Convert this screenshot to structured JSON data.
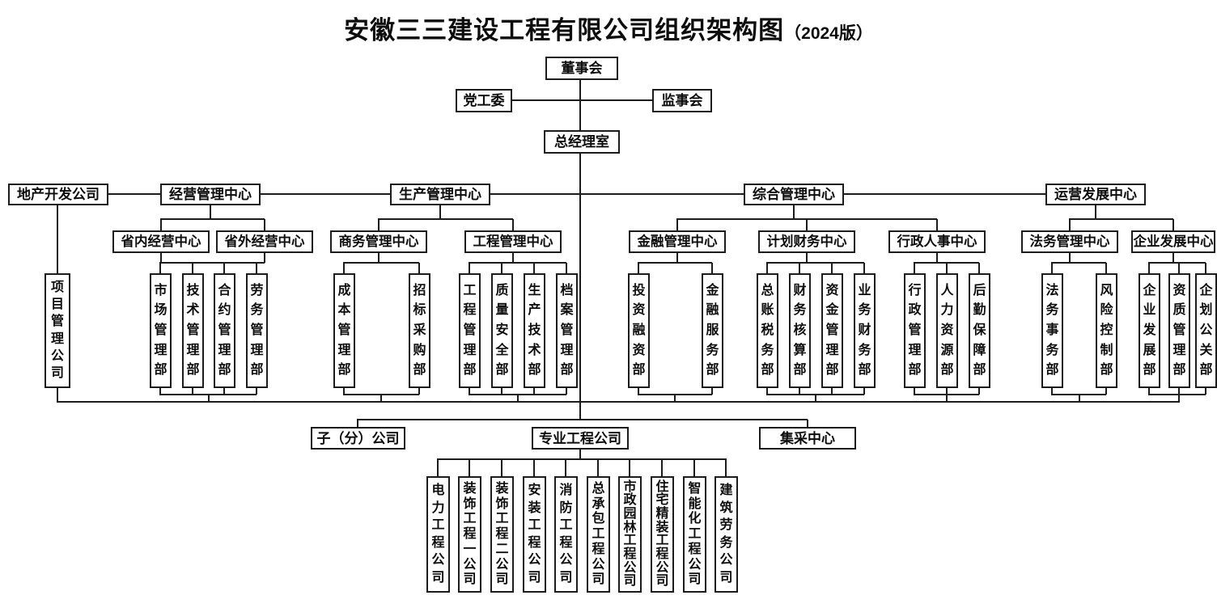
{
  "title": {
    "main": "安徽三三建设工程有限公司组织架构图",
    "edition": "（2024版）"
  },
  "org": {
    "board": "董事会",
    "party_committee": "党工委",
    "supervisory_board": "监事会",
    "gm_office": "总经理室",
    "branches": [
      {
        "label": "地产开发公司",
        "departments": [
          "项目管理公司"
        ]
      },
      {
        "label": "经营管理中心",
        "sub_centers": [
          {
            "label": "省内经营中心"
          },
          {
            "label": "省外经营中心"
          }
        ],
        "shared_departments": [
          "市场管理部",
          "技术管理部",
          "合约管理部",
          "劳务管理部"
        ]
      },
      {
        "label": "生产管理中心",
        "sub_centers": [
          {
            "label": "商务管理中心",
            "departments": [
              "成本管理部",
              "招标采购部"
            ]
          },
          {
            "label": "工程管理中心",
            "departments": [
              "工程管理部",
              "质量安全部",
              "生产技术部",
              "档案管理部"
            ]
          }
        ]
      },
      {
        "label": "综合管理中心",
        "sub_centers": [
          {
            "label": "金融管理中心",
            "departments": [
              "投资融资部",
              "金融服务部"
            ]
          },
          {
            "label": "计划财务中心",
            "departments": [
              "总账税务部",
              "财务核算部",
              "资金管理部",
              "业务财务部"
            ]
          },
          {
            "label": "行政人事中心",
            "departments": [
              "行政管理部",
              "人力资源部",
              "后勤保障部"
            ]
          }
        ]
      },
      {
        "label": "运营发展中心",
        "sub_centers": [
          {
            "label": "法务管理中心",
            "departments": [
              "法务事务部",
              "风险控制部"
            ]
          },
          {
            "label": "企业发展中心",
            "departments": [
              "企业发展部",
              "资质管理部",
              "企划公关部"
            ]
          }
        ]
      }
    ],
    "bottom_row": [
      {
        "label": "子（分）公司"
      },
      {
        "label": "专业工程公司",
        "companies": [
          "电力工程公司",
          "装饰工程一公司",
          "装饰工程二公司",
          "安装工程公司",
          "消防工程公司",
          "总承包工程公司",
          "市政园林工程公司",
          "住宅精装工程公司",
          "智能化工程公司",
          "建筑劳务公司"
        ]
      },
      {
        "label": "集采中心"
      }
    ]
  }
}
